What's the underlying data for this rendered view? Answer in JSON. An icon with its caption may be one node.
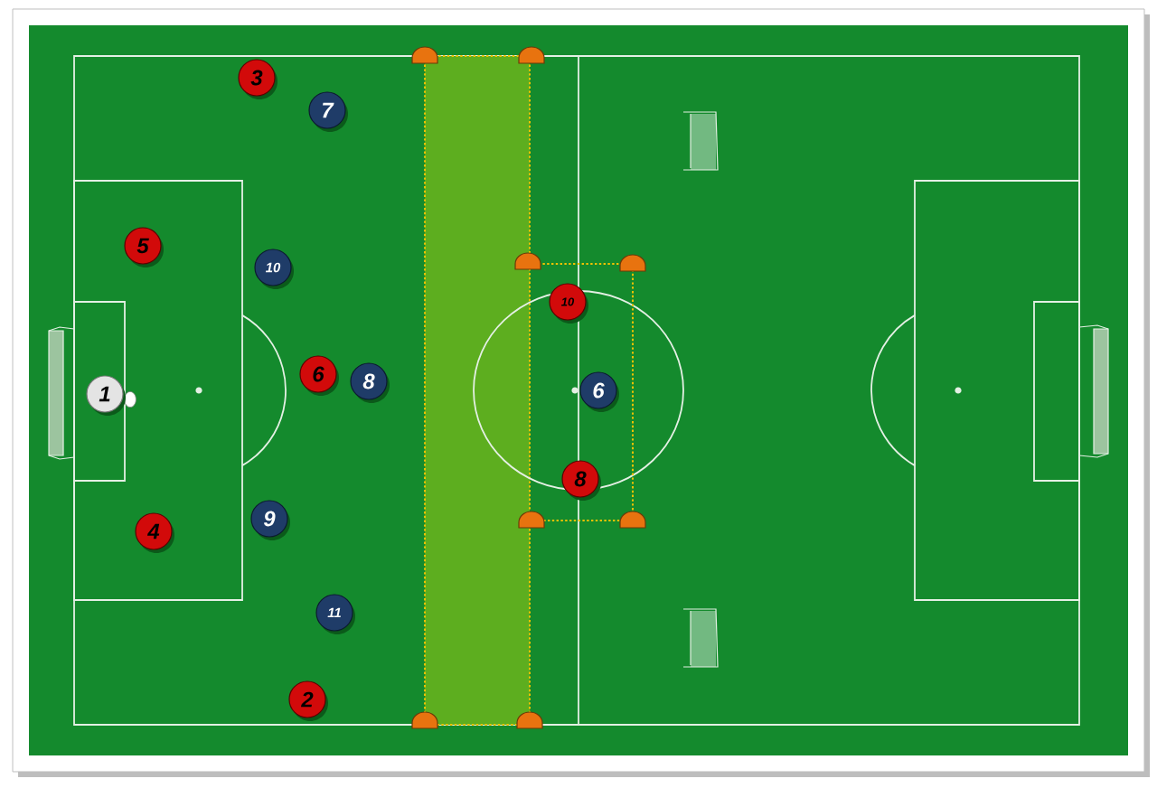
{
  "diagram": {
    "nodes": [
      {
        "text": [
          "3"
        ]
      },
      {
        "text": [
          "7"
        ]
      },
      {
        "text": [
          "5"
        ]
      },
      {
        "text": [
          "10"
        ]
      },
      {
        "text": [
          "10"
        ]
      },
      {
        "text": [
          "6"
        ]
      },
      {
        "text": [
          "8"
        ]
      },
      {
        "text": [
          "1"
        ]
      },
      {
        "text": [
          "6"
        ]
      },
      {
        "text": [
          "8"
        ]
      },
      {
        "text": [
          "9"
        ]
      },
      {
        "text": [
          "4"
        ]
      },
      {
        "text": [
          "11"
        ]
      },
      {
        "text": [
          "2"
        ]
      }
    ]
  }
}
